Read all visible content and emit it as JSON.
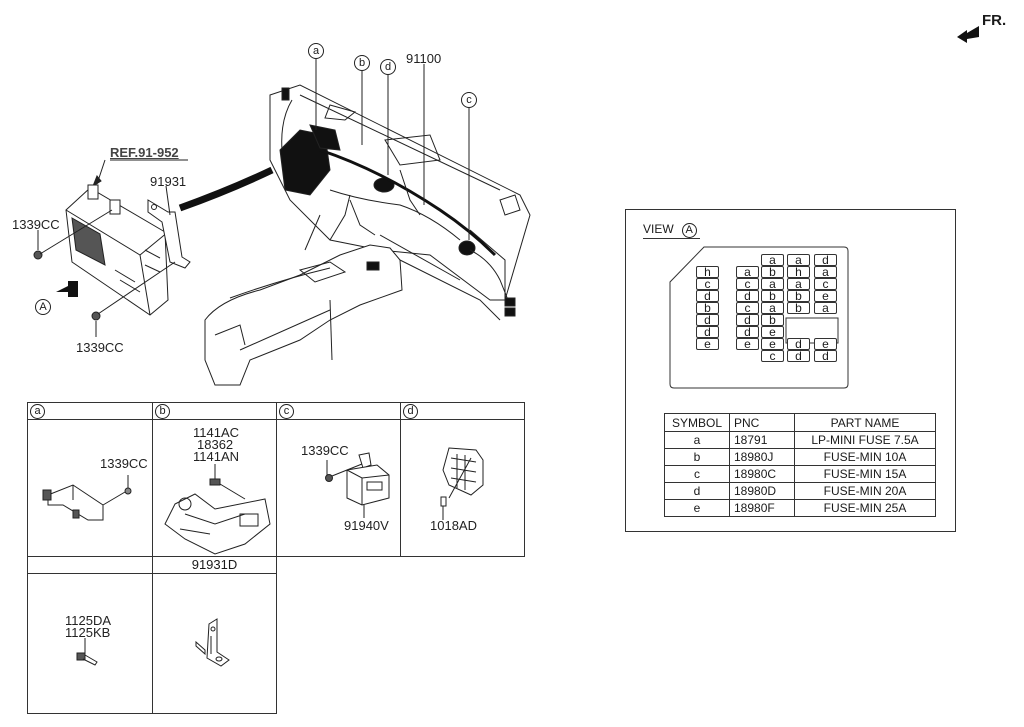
{
  "orientation": {
    "label": "FR.",
    "icon": "front-direction-arrow-icon"
  },
  "main_diagram": {
    "ref_label": "REF.91-952",
    "labels": {
      "bracket": "91931",
      "nut_top": "1339CC",
      "nut_bottom": "1339CC",
      "view_marker": "A",
      "harness": "91100"
    },
    "callouts": [
      "a",
      "b",
      "d",
      "c"
    ]
  },
  "detail_table": {
    "cells": [
      {
        "id": "a",
        "header_symbol": "a",
        "parts": [
          "1339CC"
        ]
      },
      {
        "id": "b",
        "header_symbol": "b",
        "parts": [
          "1141AC",
          "18362",
          "1141AN"
        ]
      },
      {
        "id": "c",
        "header_symbol": "c",
        "parts": [
          "1339CC",
          "91940V"
        ]
      },
      {
        "id": "d",
        "header_symbol": "d",
        "parts": [
          "1018AD"
        ]
      },
      {
        "id": "e",
        "header_symbol": "",
        "parts": [
          "1125DA",
          "1125KB"
        ]
      },
      {
        "id": "f",
        "header_label": "91931D",
        "parts": []
      }
    ]
  },
  "view_a": {
    "title": "VIEW",
    "marker": "A",
    "fuse_columns": [
      [
        "h",
        "c",
        "d",
        "b",
        "d",
        "d",
        "e"
      ],
      [
        "a",
        "c",
        "d",
        "c",
        "d",
        "d",
        "e"
      ],
      [
        "a",
        "b",
        "a",
        "b",
        "a",
        "b",
        "e",
        "e",
        "c"
      ],
      [
        "a",
        "h",
        "a",
        "b",
        "b",
        "d",
        "d"
      ],
      [
        "d",
        "a",
        "c",
        "e",
        "a",
        "e",
        "d"
      ]
    ],
    "fuse_table": {
      "headers": [
        "SYMBOL",
        "PNC",
        "PART NAME"
      ],
      "rows": [
        {
          "symbol": "a",
          "pnc": "18791",
          "name": "LP-MINI FUSE 7.5A"
        },
        {
          "symbol": "b",
          "pnc": "18980J",
          "name": "FUSE-MIN 10A"
        },
        {
          "symbol": "c",
          "pnc": "18980C",
          "name": "FUSE-MIN 15A"
        },
        {
          "symbol": "d",
          "pnc": "18980D",
          "name": "FUSE-MIN 20A"
        },
        {
          "symbol": "e",
          "pnc": "18980F",
          "name": "FUSE-MIN 25A"
        }
      ]
    }
  }
}
